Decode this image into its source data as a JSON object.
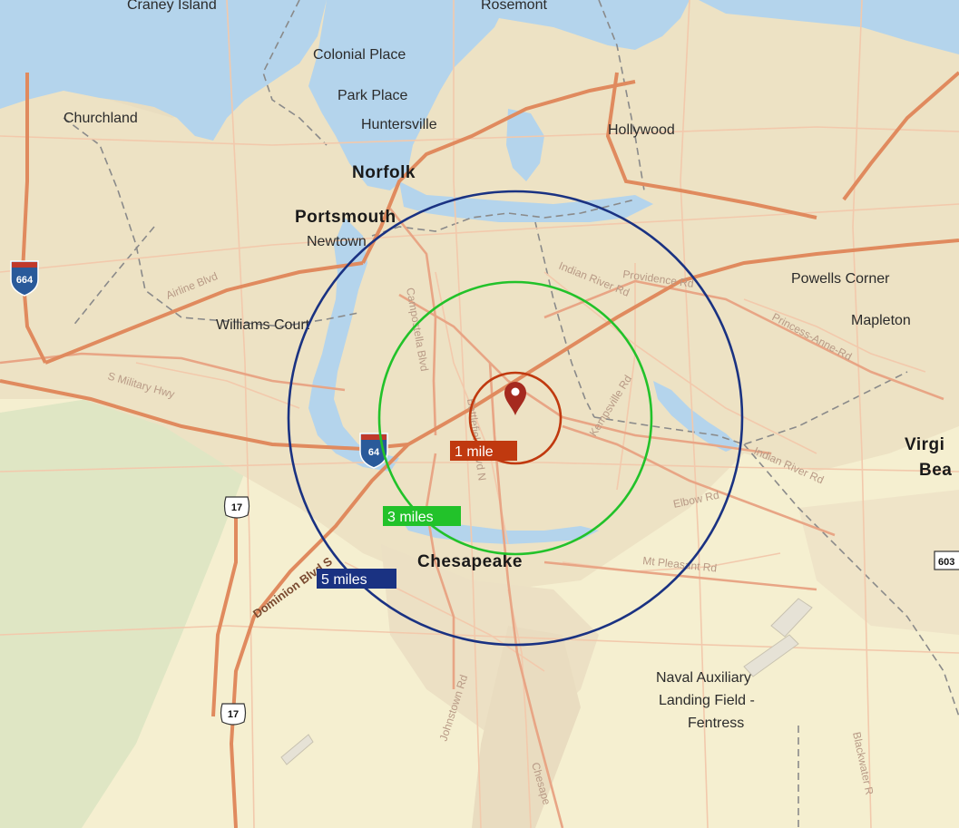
{
  "map": {
    "labels": {
      "craney_island": "Craney Island",
      "rosemont": "Rosemont",
      "colonial_place": "Colonial Place",
      "park_place": "Park Place",
      "huntersville": "Huntersville",
      "churchland": "Churchland",
      "hollywood": "Hollywood",
      "norfolk": "Norfolk",
      "portsmouth": "Portsmouth",
      "newtown": "Newtown",
      "williams_court": "Williams Court",
      "powells_corner": "Powells Corner",
      "mapleton": "Mapleton",
      "virginia_beach_line1": "Virgi",
      "virginia_beach_line2": "Bea",
      "chesapeake": "Chesapeake",
      "naval_line1": "Naval Auxiliary",
      "naval_line2": "Landing Field -",
      "naval_line3": "Fentress"
    },
    "roads": {
      "airline_blvd": "Airline Blvd",
      "military_hwy": "S Military Hwy",
      "indian_river_rd_upper": "Indian River Rd",
      "providence_rd": "Providence Rd",
      "princess_anne_rd": "Princess-Anne-Rd",
      "kempsville_rd": "Kempsville Rd",
      "campostella_blvd": "Campostella Blvd",
      "battlefield_blvd": "Battlefield Blvd N",
      "indian_river_rd_lower": "Indian River Rd",
      "elbow_rd": "Elbow Rd",
      "dominion_blvd": "Dominion Blvd S",
      "mt_pleasant_rd": "Mt Pleasant Rd",
      "johnstown_rd": "Johnstown Rd",
      "chesapeake_rd": "Chesape",
      "blackwater_rd": "Blackwater R"
    },
    "shields": {
      "interstate_664": "664",
      "interstate_64": "64",
      "us17_north": "17",
      "us17_south": "17",
      "route_603": "603"
    },
    "rings": [
      {
        "radius_miles": 1,
        "label": "1 mile",
        "color": "#c0390f"
      },
      {
        "radius_miles": 3,
        "label": "3 miles",
        "color": "#22c22a"
      },
      {
        "radius_miles": 5,
        "label": "5 miles",
        "color": "#1a3282"
      }
    ],
    "colors": {
      "land": "#f5efd0",
      "urban": "#ece0c4",
      "water": "#b4d4ec",
      "wetland": "#dfe6c4",
      "marker": "#a52a1f",
      "road": "#f0c0a4",
      "highway": "#e3926c"
    },
    "icons": {
      "marker": "map-pin-icon",
      "interstate": "interstate-shield-icon",
      "us_route": "us-route-shield-icon"
    }
  }
}
